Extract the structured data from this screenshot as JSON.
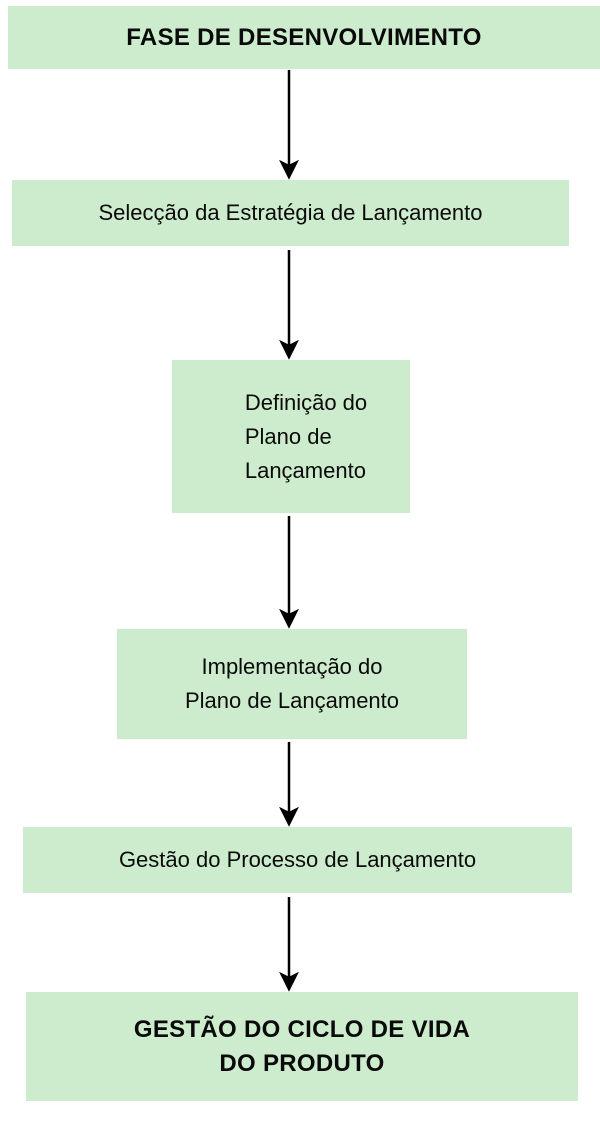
{
  "diagram": {
    "steps": [
      {
        "label": "FASE DE DESENVOLVIMENTO"
      },
      {
        "label": "Selecção da Estratégia de Lançamento"
      },
      {
        "label": "Definição do\nPlano de\nLançamento"
      },
      {
        "label": "Implementação do\nPlano de Lançamento"
      },
      {
        "label": "Gestão do Processo de Lançamento"
      },
      {
        "label": "GESTÃO DO CICLO DE VIDA\nDO PRODUTO"
      }
    ],
    "colors": {
      "box_fill": "#cdeccd",
      "text": "#0a0a0a",
      "arrow": "#000000"
    }
  }
}
